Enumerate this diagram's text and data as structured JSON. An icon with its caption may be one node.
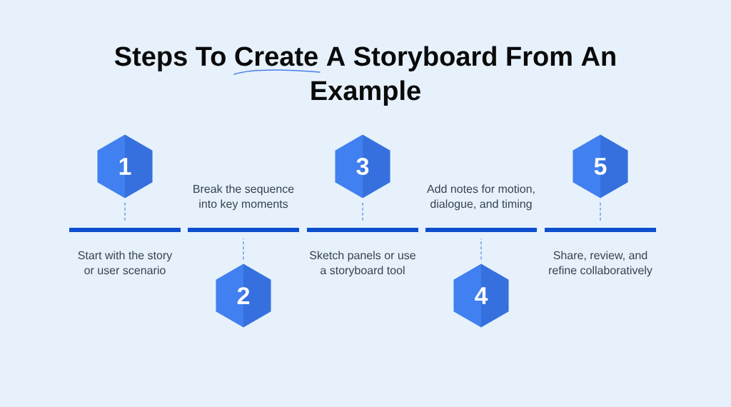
{
  "diagram": {
    "title": "Steps To Create A Storyboard From An Example",
    "nodes": [
      {
        "text": [
          "1"
        ]
      },
      {
        "text": [
          "2"
        ]
      },
      {
        "text": [
          "3"
        ]
      },
      {
        "text": [
          "4"
        ]
      },
      {
        "text": [
          "5"
        ]
      },
      {
        "text": [],
        "shape": "bar",
        "beside": [
          "Start with the story or user scenario"
        ]
      },
      {
        "text": [],
        "shape": "bar",
        "beside": [
          "Break the sequence into key moments"
        ]
      },
      {
        "text": [],
        "shape": "bar",
        "beside": [
          "Sketch panels or use a storyboard tool"
        ]
      },
      {
        "text": [],
        "shape": "bar",
        "beside": [
          "Add notes for motion, dialogue, and timing"
        ]
      },
      {
        "text": [],
        "shape": "bar",
        "beside": [
          "Share, review, and refine collaboratively"
        ]
      }
    ],
    "edges": [
      {
        "from": 0,
        "to": 5,
        "arrow": "none",
        "style": "dashed"
      },
      {
        "from": 1,
        "to": 6,
        "arrow": "none",
        "style": "dashed"
      },
      {
        "from": 2,
        "to": 7,
        "arrow": "none",
        "style": "dashed"
      },
      {
        "from": 3,
        "to": 8,
        "arrow": "none",
        "style": "dashed"
      },
      {
        "from": 4,
        "to": 9,
        "arrow": "none",
        "style": "dashed"
      }
    ]
  }
}
